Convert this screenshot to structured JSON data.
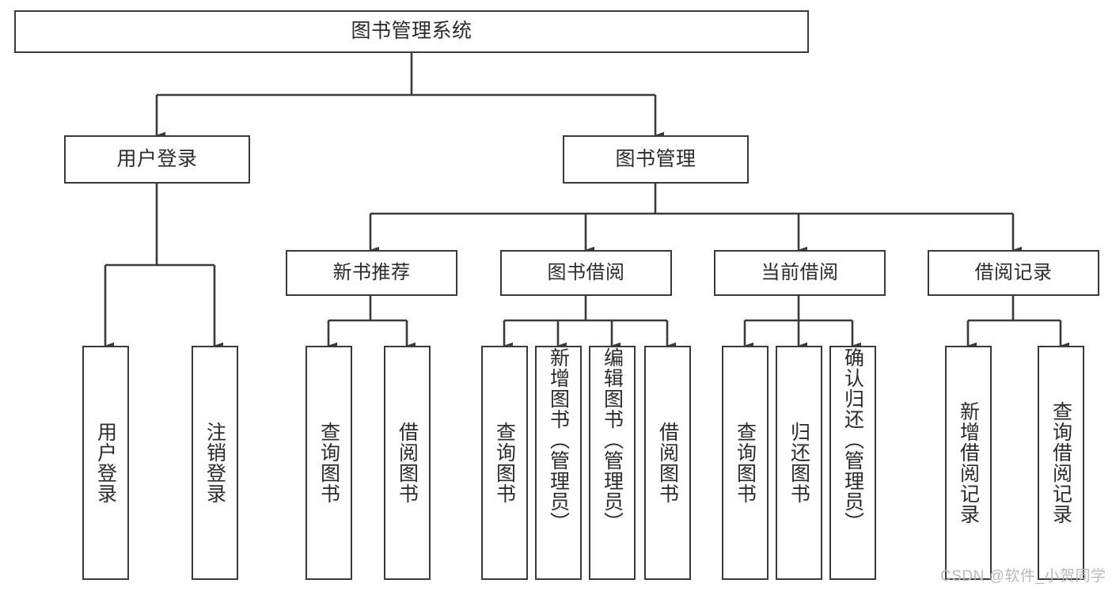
{
  "diagram": {
    "title": "图书管理系统",
    "type": "hierarchy-tree",
    "root": {
      "id": "root",
      "label": "图书管理系统"
    },
    "level2": [
      {
        "id": "user-login",
        "label": "用户登录"
      },
      {
        "id": "book-manage",
        "label": "图书管理"
      }
    ],
    "level3": [
      {
        "id": "new-book-rec",
        "label": "新书推荐"
      },
      {
        "id": "book-borrow",
        "label": "图书借阅"
      },
      {
        "id": "current-borrow",
        "label": "当前借阅"
      },
      {
        "id": "borrow-record",
        "label": "借阅记录"
      }
    ],
    "leaves": {
      "user_login": [
        {
          "id": "leaf-user-login",
          "label": "用户登录"
        },
        {
          "id": "leaf-logout-login",
          "label": "注销登录"
        }
      ],
      "new_book_rec": [
        {
          "id": "leaf-query-book-1",
          "label": "查询图书"
        },
        {
          "id": "leaf-borrow-book-1",
          "label": "借阅图书"
        }
      ],
      "book_borrow": [
        {
          "id": "leaf-query-book-2",
          "label": "查询图书"
        },
        {
          "id": "leaf-add-book",
          "label": "新增图书（管理员）"
        },
        {
          "id": "leaf-edit-book",
          "label": "编辑图书（管理员）"
        },
        {
          "id": "leaf-borrow-book-2",
          "label": "借阅图书"
        }
      ],
      "current_borrow": [
        {
          "id": "leaf-query-book-3",
          "label": "查询图书"
        },
        {
          "id": "leaf-return-book",
          "label": "归还图书"
        },
        {
          "id": "leaf-confirm-return",
          "label": "确认归还（管理员）"
        }
      ],
      "borrow_record": [
        {
          "id": "leaf-add-record",
          "label": "新增借阅记录"
        },
        {
          "id": "leaf-query-record",
          "label": "查询借阅记录"
        }
      ]
    }
  },
  "watermark": {
    "text": "CSDN @软件_小贺同学"
  },
  "colors": {
    "stroke": "#3a3a3a",
    "background": "#ffffff",
    "text": "#2b2b2b",
    "watermark": "#b9b9b9"
  }
}
